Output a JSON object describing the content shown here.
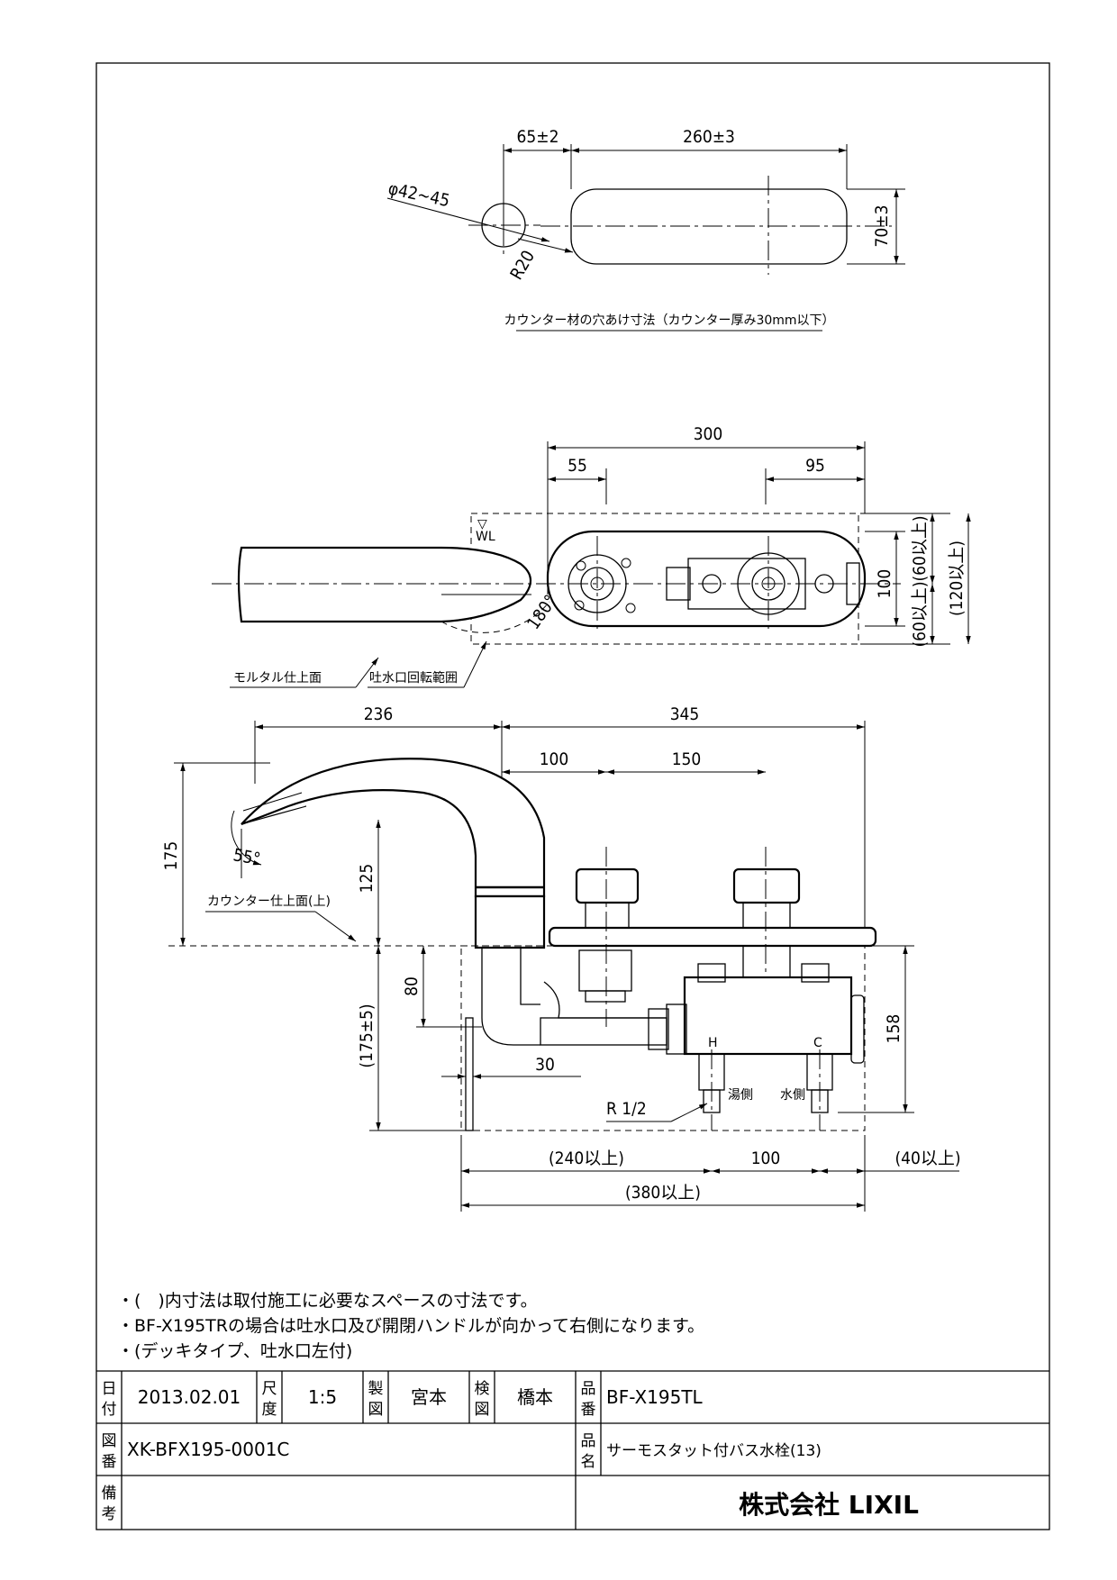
{
  "top_view": {
    "dim_65": "65±2",
    "dim_260": "260±3",
    "dim_diameter": "φ42~45",
    "dim_r20": "R20",
    "dim_70": "70±3",
    "caption": "カウンター材の穴あけ寸法（カウンター厚み30mm以下）"
  },
  "plan_view": {
    "dim_300": "300",
    "dim_55": "55",
    "dim_95": "95",
    "dim_100": "100",
    "dim_60a": "(60以上)",
    "dim_60b": "(60以上)",
    "dim_120": "(120以上)",
    "wl": "WL",
    "angle": "180°",
    "label_mortar": "モルタル仕上面",
    "label_spout_range": "吐水口回転範囲"
  },
  "front_view": {
    "dim_236": "236",
    "dim_345": "345",
    "dim_100": "100",
    "dim_150": "150",
    "dim_175": "175",
    "dim_125": "125",
    "dim_55deg": "55°",
    "label_counter": "カウンター仕上面(上)",
    "dim_80": "80",
    "dim_175_5": "(175±5)",
    "dim_30": "30",
    "dim_158": "158",
    "label_r12": "R 1/2",
    "label_hot": "湯側",
    "label_cold": "水側",
    "mark_h": "H",
    "mark_c": "C",
    "dim_240": "(240以上)",
    "dim_100b": "100",
    "dim_40": "(40以上)",
    "dim_380": "(380以上)"
  },
  "notes": [
    "・(　)内寸法は取付施工に必要なスペースの寸法です。",
    "・BF-X195TRの場合は吐水口及び開閉ハンドルが向かって右側になります。",
    "・(デッキタイプ、吐水口左付)"
  ],
  "title_block": {
    "date_label": [
      "日",
      "付"
    ],
    "date": "2013.02.01",
    "scale_label": [
      "尺",
      "度"
    ],
    "scale": "1:5",
    "drawn_label": [
      "製",
      "図"
    ],
    "drawn_by": "宮本",
    "checked_label": [
      "検",
      "図"
    ],
    "checked_by": "橋本",
    "part_no_label": [
      "品",
      "番"
    ],
    "part_no": "BF-X195TL",
    "drawing_no_label": [
      "図",
      "番"
    ],
    "drawing_no": "XK-BFX195-0001C",
    "product_label": [
      "品",
      "名"
    ],
    "product_name": "サーモスタット付バス水栓(13)",
    "remarks_label": [
      "備",
      "考"
    ],
    "company": "株式会社 LIXIL"
  }
}
